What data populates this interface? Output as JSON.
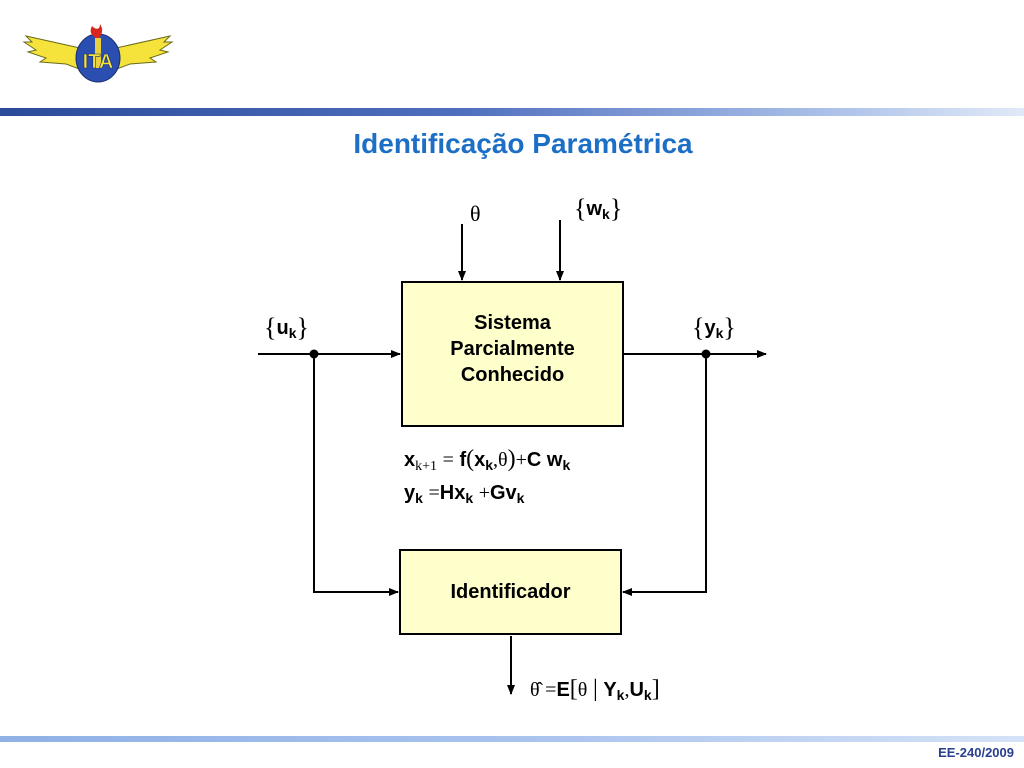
{
  "logo": {
    "text": "ITA",
    "icon": "ita-winged-logo-icon"
  },
  "title": "Identificação Paramétrica",
  "diagram": {
    "system_box": {
      "lines": [
        "Sistema",
        "Parcialmente",
        "Conhecido"
      ]
    },
    "identifier_box": {
      "label": "Identificador"
    },
    "inputs": {
      "theta": "θ",
      "w": {
        "base": "w",
        "sub": "k"
      },
      "u": {
        "base": "u",
        "sub": "k"
      }
    },
    "output": {
      "base": "y",
      "sub": "k"
    },
    "equations": {
      "state": {
        "lhs": "x",
        "lhs_sub": "k+1",
        "eq": "=",
        "f": "f",
        "x": "x",
        "x_sub": "k",
        "comma": ",",
        "theta": "θ",
        "plus": "+",
        "C": "C",
        "w": "w",
        "w_sub": "k"
      },
      "measurement": {
        "lhs": "y",
        "lhs_sub": "k",
        "eq": "=",
        "H": "H",
        "x": "x",
        "x_sub": "k",
        "plus": "+",
        "G": "G",
        "v": "v",
        "v_sub": "k"
      }
    },
    "estimate": {
      "theta_hat": "θ̂",
      "eq": "=",
      "E": "E",
      "theta": "θ",
      "Y": "Y",
      "Y_sub": "k",
      "comma": ",",
      "U": "U",
      "U_sub": "k"
    }
  },
  "colors": {
    "title": "#1d6fc6",
    "box_fill": "#ffffcc",
    "footer": "#2a3f8f"
  },
  "footer": "EE-240/2009"
}
